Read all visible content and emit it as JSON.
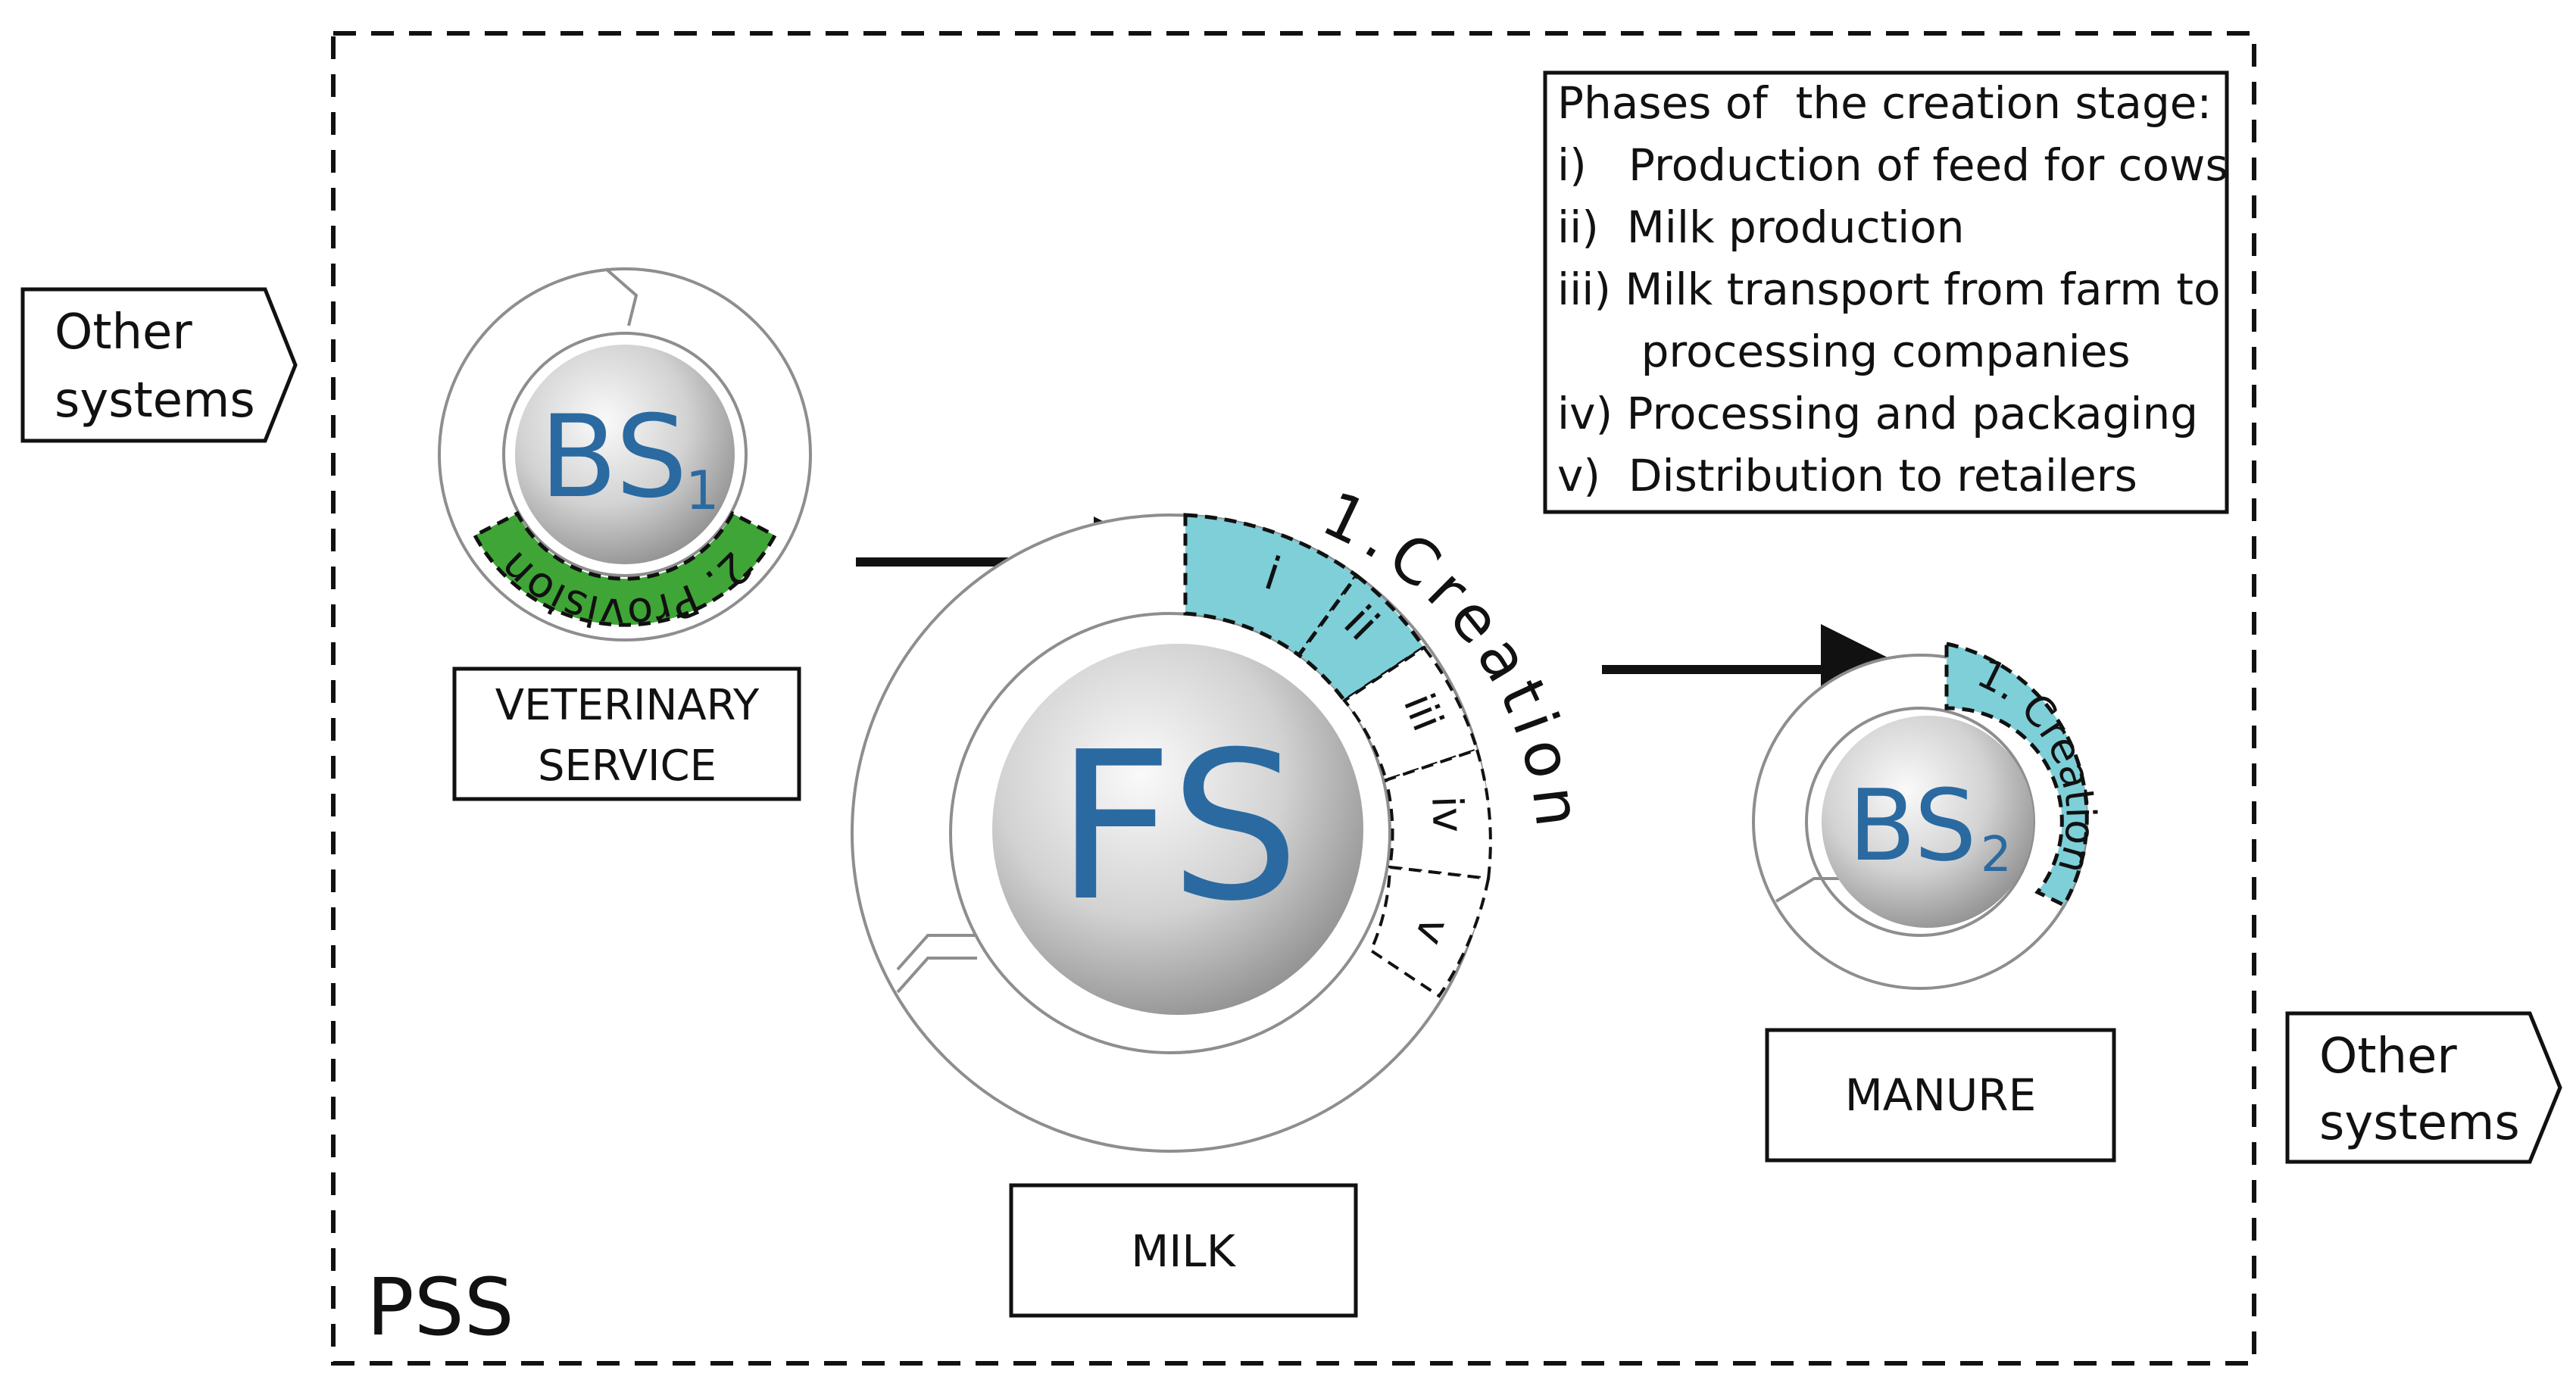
{
  "colors": {
    "service_blue": "#2a6aa0",
    "creation_teal": "#7ecfd8",
    "provision_green": "#3fa536",
    "ring_stroke": "#8e8e8e",
    "ink": "#111111"
  },
  "system_label": "PSS",
  "external": {
    "left": "Other systems",
    "left_lines": [
      "Other",
      "systems"
    ],
    "right": "Other systems",
    "right_lines": [
      "Other",
      "systems"
    ]
  },
  "phases_box": {
    "title": "Phases of  the creation stage:",
    "items": [
      "i)   Production of feed for cows",
      "ii)  Milk production",
      "iii) Milk transport from farm to",
      "      processing companies",
      "iv) Processing and packaging",
      "v)  Distribution to retailers"
    ]
  },
  "bs1": {
    "name": "BS",
    "sub": "1",
    "stage": "2. Provision",
    "output_lines": [
      "VETERINARY",
      "SERVICE"
    ]
  },
  "fs": {
    "name": "FS",
    "stage": "1.Creation",
    "phases": [
      "i",
      "ii",
      "iii",
      "iv",
      "v"
    ],
    "output": "MILK"
  },
  "bs2": {
    "name": "BS",
    "sub": "2",
    "stage": "1. Creation",
    "output": "MANURE"
  }
}
